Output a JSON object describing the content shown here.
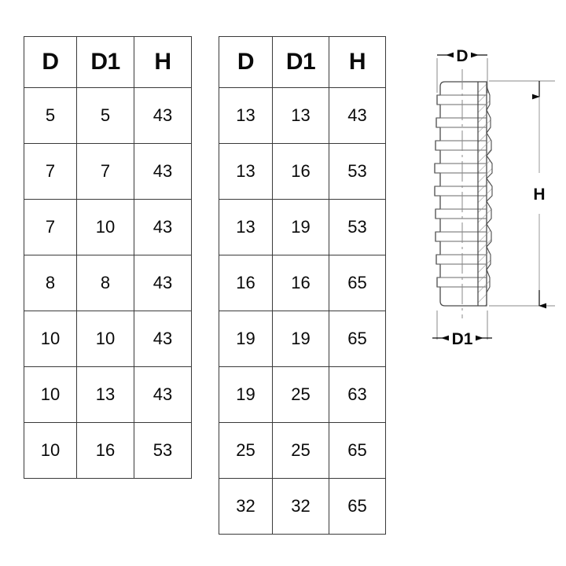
{
  "tables": [
    {
      "name": "dimension-table-small",
      "headers": [
        "D",
        "D1",
        "H"
      ],
      "rows": [
        [
          "5",
          "5",
          "43"
        ],
        [
          "7",
          "7",
          "43"
        ],
        [
          "7",
          "10",
          "43"
        ],
        [
          "8",
          "8",
          "43"
        ],
        [
          "10",
          "10",
          "43"
        ],
        [
          "10",
          "13",
          "43"
        ],
        [
          "10",
          "16",
          "53"
        ]
      ]
    },
    {
      "name": "dimension-table-large",
      "headers": [
        "D",
        "D1",
        "H"
      ],
      "rows": [
        [
          "13",
          "13",
          "43"
        ],
        [
          "13",
          "16",
          "53"
        ],
        [
          "13",
          "19",
          "53"
        ],
        [
          "16",
          "16",
          "65"
        ],
        [
          "19",
          "19",
          "65"
        ],
        [
          "19",
          "25",
          "63"
        ],
        [
          "25",
          "25",
          "65"
        ],
        [
          "32",
          "32",
          "65"
        ]
      ]
    }
  ],
  "drawing": {
    "title": "barbed-hose-fitting",
    "dimensions": {
      "top": "D",
      "bottom": "D1",
      "right": "H"
    },
    "barb_count": 10,
    "colors": {
      "outline": "#4a4a4a",
      "dimension_line": "#7a7a7a",
      "arrow": "#0a0a0a",
      "hatch": "#8a8a8a",
      "text": "#0a0a0a",
      "table_border": "#3a3a3a",
      "background": "#ffffff"
    }
  }
}
